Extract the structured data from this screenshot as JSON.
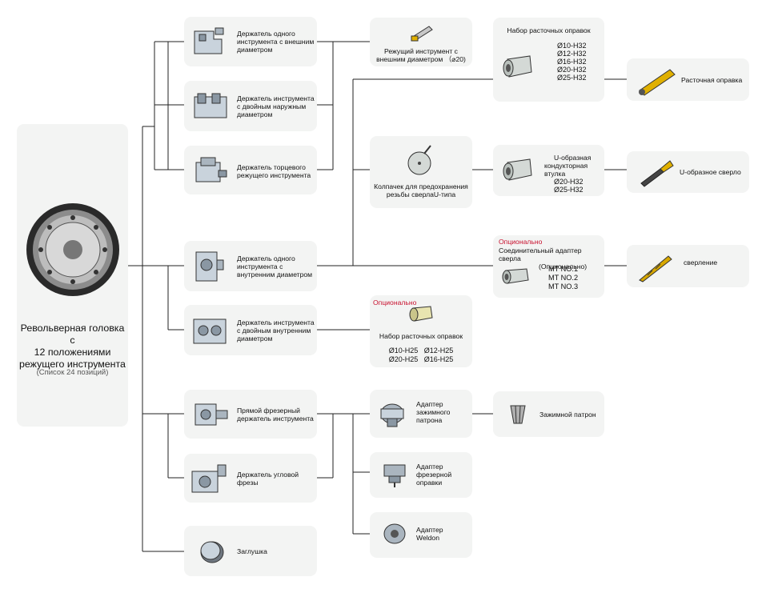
{
  "turret": {
    "title_lines": [
      "Револьверная головка с",
      "12 положениями",
      "режущего инструмента"
    ],
    "subtitle": "(Список 24 позиций)",
    "icon": "turret-disc-icon"
  },
  "holders": {
    "od_single": [
      "Держатель одного",
      "инструмента с внешним",
      "диаметром"
    ],
    "od_double": [
      "Держатель инструмента",
      "с двойным наружным",
      "диаметром"
    ],
    "face": [
      "Держатель торцевого",
      "режущего инструмента"
    ],
    "id_single": [
      "Держатель одного",
      "инструмента с",
      "внутренним диаметром"
    ],
    "id_double": [
      "Держатель инструмента",
      "с двойным внутренним",
      "диаметром"
    ],
    "straight_mill": [
      "Прямой фрезерный",
      "держатель инструмента"
    ],
    "angle_mill": [
      "Держатель угловой",
      "фрезы"
    ],
    "plug": [
      "Заглушка"
    ]
  },
  "od_tool": [
    "Режущий инструмент с",
    "внешним диаметром （⌀20)"
  ],
  "boring_sleeves": {
    "title": "Набор расточных оправок",
    "sizes": [
      "Ø10-H32",
      "Ø12-H32",
      "Ø16-H32",
      "Ø20-H32",
      "Ø25-H32"
    ]
  },
  "boring_bar": "Расточная оправка",
  "thread_cap": [
    "Колпачек для предохранения",
    "резьбы сверлаU-типа"
  ],
  "u_sleeve": {
    "title_lines": [
      "U-образная",
      "кондукторная втулка"
    ],
    "sizes": [
      "Ø20-H32",
      "Ø25-H32"
    ]
  },
  "u_drill": "U-образное сверло",
  "drill_adapter": {
    "optional": "Опционально",
    "title_lines": [
      "Соединительный адаптер сверла",
      "(Опционально)"
    ],
    "sizes": [
      "MT NO.1",
      "MT NO.2",
      "MT NO.3"
    ]
  },
  "drilling": "сверление",
  "boring_sleeves_small": {
    "optional": "Опционально",
    "title": "Набор расточных оправок",
    "row1": "Ø10-H25   Ø12-H25",
    "row2": "Ø20-H25   Ø16-H25"
  },
  "collet_adapter": [
    "Адаптер",
    "зажимного",
    "патрона"
  ],
  "collet": "Зажимной патрон",
  "mill_adapter": [
    "Адаптер",
    "фрезерной",
    "оправки"
  ],
  "weldon_adapter": [
    "Адаптер",
    "Weldon"
  ],
  "colors": {
    "box": "#f3f4f3",
    "line": "#222222",
    "optional": "#c8102e"
  }
}
